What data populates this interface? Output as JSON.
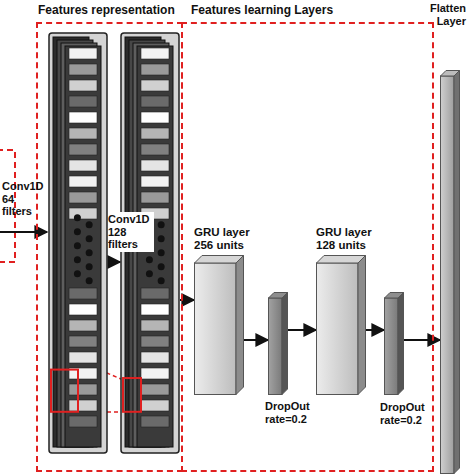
{
  "diagram": {
    "nodes": [
      {
        "text": [
          "Features representation"
        ]
      },
      {
        "text": [
          "Conv1D 64 filters"
        ],
        "in": 0
      },
      {
        "text": [
          "Conv1D 128 filters"
        ],
        "in": 0
      },
      {
        "text": [
          "Features learning Layers"
        ]
      },
      {
        "text": [
          "GRU layer 256 units"
        ],
        "in": 3
      },
      {
        "text": [
          "DropOut rate=0.2"
        ],
        "in": 3
      },
      {
        "text": [
          "GRU layer 128 units"
        ],
        "in": 3
      },
      {
        "text": [
          "DropOut rate=0.2"
        ],
        "in": 3
      },
      {
        "text": [
          "Flatten Layer"
        ]
      }
    ],
    "edges": [
      {
        "from": 1,
        "to": 2,
        "arrow": "to"
      },
      {
        "from": 2,
        "to": 4,
        "arrow": "to"
      },
      {
        "from": 4,
        "to": 5,
        "arrow": "to"
      },
      {
        "from": 5,
        "to": 6,
        "arrow": "to"
      },
      {
        "from": 6,
        "to": 7,
        "arrow": "to"
      },
      {
        "from": 7,
        "to": 8,
        "arrow": "to"
      }
    ]
  }
}
